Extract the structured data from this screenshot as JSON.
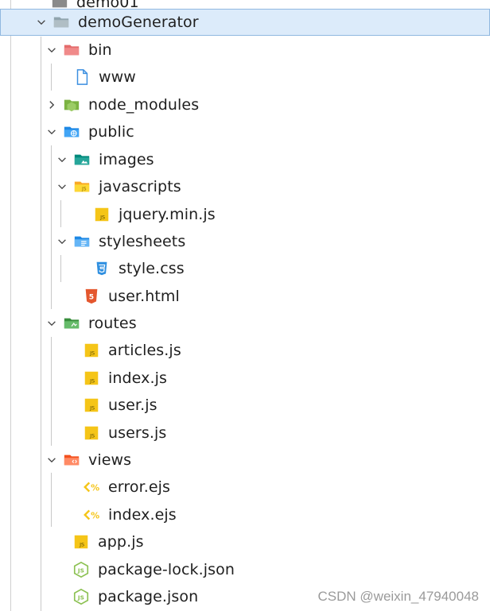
{
  "tree": {
    "top_clipped": "demo01",
    "root": {
      "label": "demoGenerator",
      "expanded": true
    },
    "items": [
      {
        "key": "bin",
        "label": "bin",
        "kind": "folder-bin",
        "expanded": true
      },
      {
        "key": "www",
        "label": "www",
        "kind": "file-generic"
      },
      {
        "key": "node_modules",
        "label": "node_modules",
        "kind": "folder-node",
        "expanded": false
      },
      {
        "key": "public",
        "label": "public",
        "kind": "folder-public",
        "expanded": true
      },
      {
        "key": "images",
        "label": "images",
        "kind": "folder-images",
        "expanded": true
      },
      {
        "key": "javascripts",
        "label": "javascripts",
        "kind": "folder-js",
        "expanded": true
      },
      {
        "key": "jquery",
        "label": "jquery.min.js",
        "kind": "file-js"
      },
      {
        "key": "stylesheets",
        "label": "stylesheets",
        "kind": "folder-css",
        "expanded": true
      },
      {
        "key": "style",
        "label": "style.css",
        "kind": "file-css"
      },
      {
        "key": "userhtml",
        "label": "user.html",
        "kind": "file-html"
      },
      {
        "key": "routes",
        "label": "routes",
        "kind": "folder-routes",
        "expanded": true
      },
      {
        "key": "articles",
        "label": "articles.js",
        "kind": "file-js"
      },
      {
        "key": "indexjs",
        "label": "index.js",
        "kind": "file-js"
      },
      {
        "key": "userjs",
        "label": "user.js",
        "kind": "file-js"
      },
      {
        "key": "usersjs",
        "label": "users.js",
        "kind": "file-js"
      },
      {
        "key": "views",
        "label": "views",
        "kind": "folder-views",
        "expanded": true
      },
      {
        "key": "errorejs",
        "label": "error.ejs",
        "kind": "file-ejs"
      },
      {
        "key": "indexejs",
        "label": "index.ejs",
        "kind": "file-ejs"
      },
      {
        "key": "appjs",
        "label": "app.js",
        "kind": "file-js"
      },
      {
        "key": "pkglock",
        "label": "package-lock.json",
        "kind": "file-nodejson"
      },
      {
        "key": "pkg",
        "label": "package.json",
        "kind": "file-nodejson"
      }
    ]
  },
  "colors": {
    "selected_bg": "#dcebfa",
    "selected_border": "#90b8e0",
    "js_yellow": "#f5c518",
    "css_blue": "#2f8fe0",
    "html_orange": "#e4572e",
    "node_green": "#8cc152",
    "folder_bin": "#e46b6b",
    "folder_public": "#2b8be0",
    "folder_images": "#1f9a8a",
    "folder_js": "#f5c518",
    "folder_css": "#3a8ee6",
    "folder_routes": "#4caf50",
    "folder_views": "#ff7043"
  },
  "watermark": "CSDN @weixin_47940048"
}
